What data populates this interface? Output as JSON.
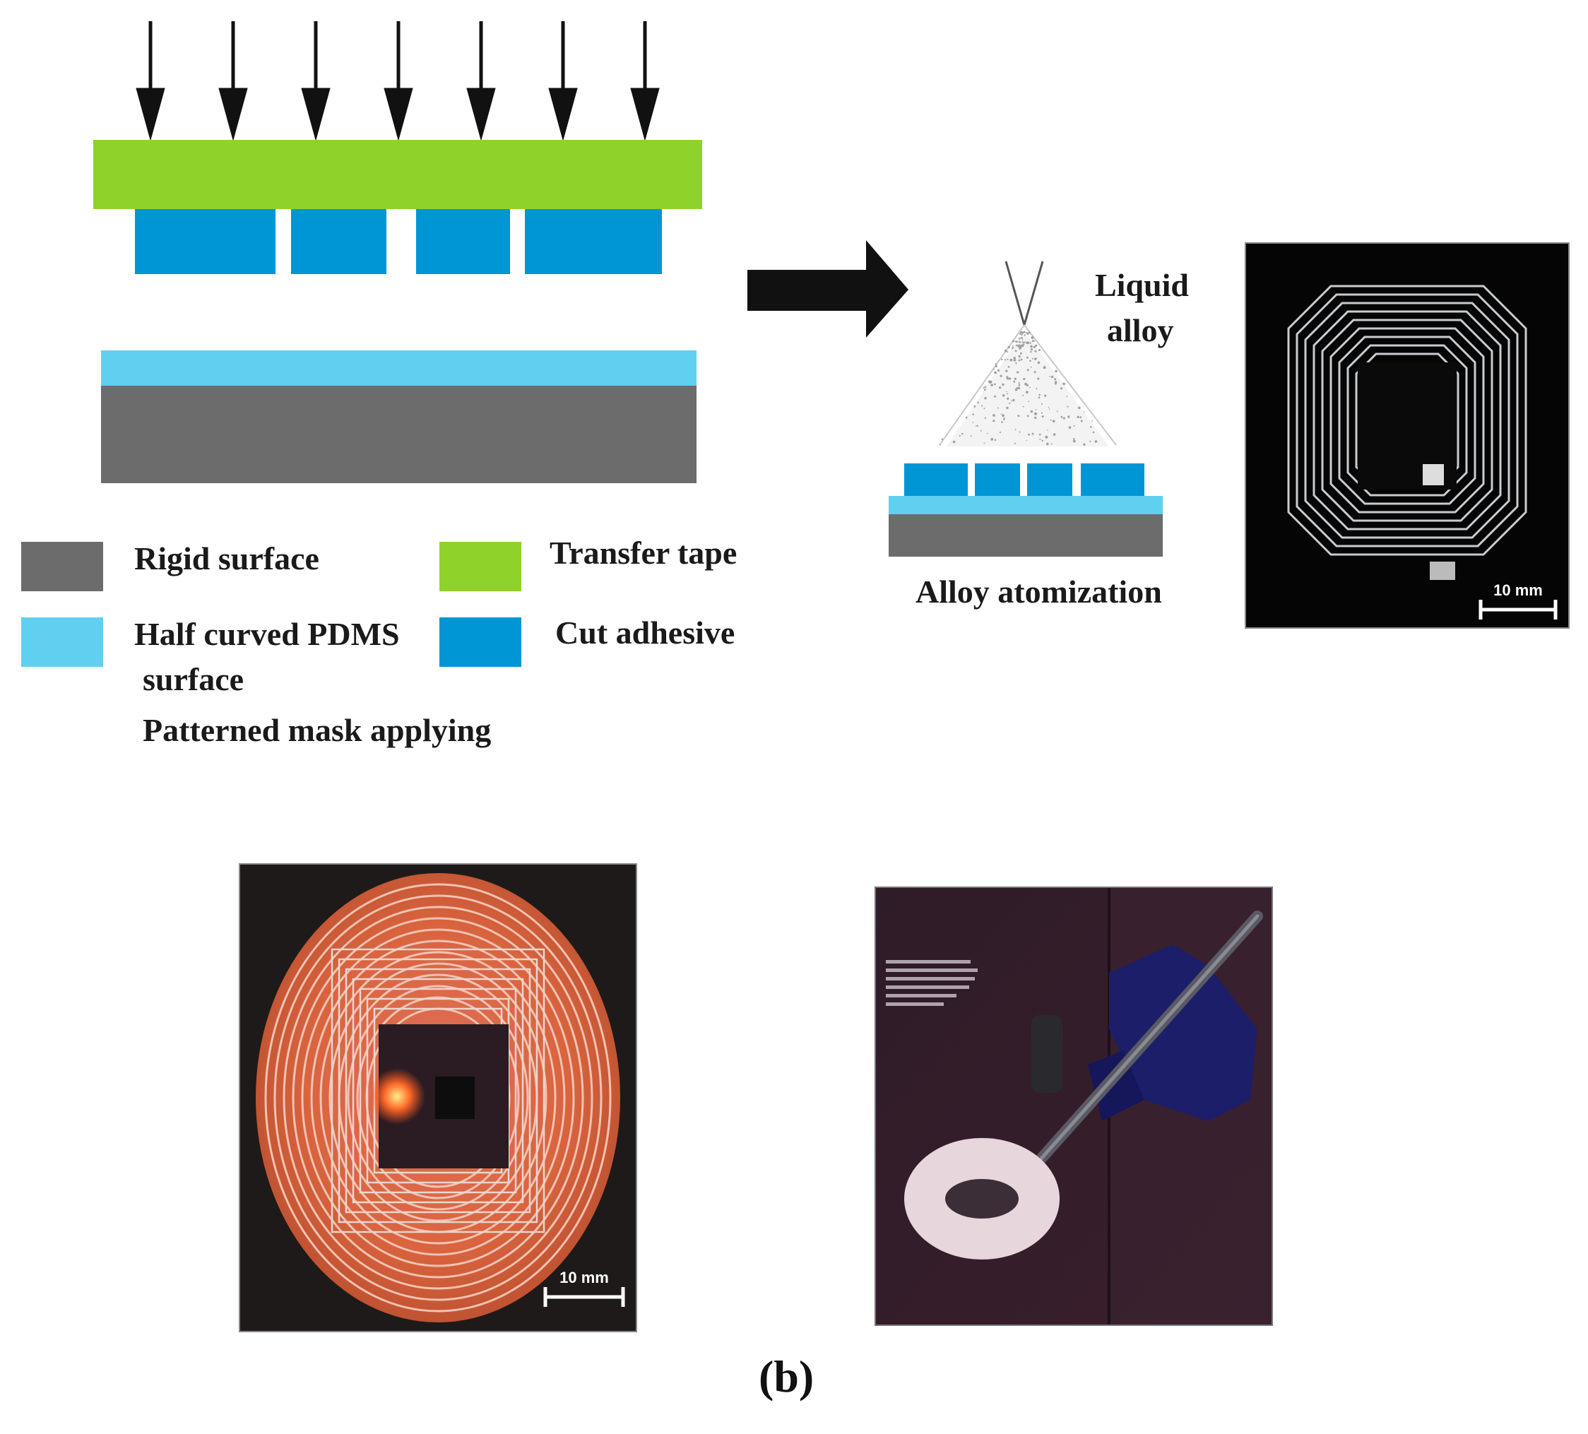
{
  "colors": {
    "transfer_tape": "#8fd32a",
    "cut_adhesive": "#0096d6",
    "pdms": "#5fd0f0",
    "rigid_surface": "#6c6c6c",
    "arrow": "#111111"
  },
  "legend": {
    "rigid_surface": "Rigid surface",
    "transfer_tape": "Transfer tape",
    "pdms_line1": "Half curved PDMS",
    "pdms_line2": "surface",
    "cut_adhesive": "Cut adhesive"
  },
  "step1_caption": "Patterned mask applying",
  "step2": {
    "liquid_line1": "Liquid",
    "liquid_line2": "alloy",
    "caption": "Alloy atomization"
  },
  "photo_top_right": {
    "scale": "10 mm"
  },
  "photo_bottom_left": {
    "scale": "10 mm"
  },
  "photo_bottom_right": {
    "overlay_text": ""
  },
  "panel_label": "(b)"
}
